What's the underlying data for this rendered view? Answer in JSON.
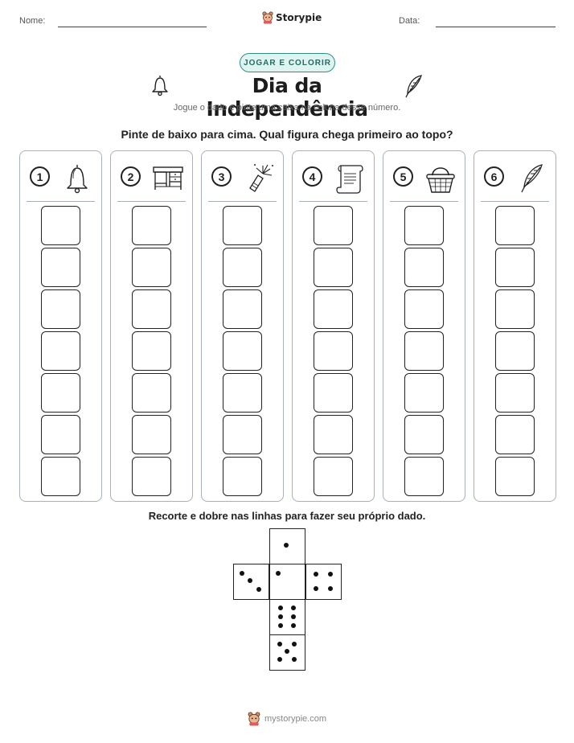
{
  "header": {
    "name_label": "Nome:",
    "date_label": "Data:",
    "brand": "Storypie"
  },
  "tag": "JOGAR E COLORIR",
  "title": "Dia da Independência",
  "subtitle": "Jogue o dado e pinte uma caixa na coluna desse número.",
  "instruction": "Pinte de baixo para cima. Qual figura chega primeiro ao topo?",
  "columns": [
    {
      "number": "1",
      "icon": "bell-icon"
    },
    {
      "number": "2",
      "icon": "desk-icon"
    },
    {
      "number": "3",
      "icon": "firework-icon"
    },
    {
      "number": "4",
      "icon": "scroll-icon"
    },
    {
      "number": "5",
      "icon": "basket-icon"
    },
    {
      "number": "6",
      "icon": "quill-icon"
    }
  ],
  "boxes_per_column": 7,
  "cutout_instruction": "Recorte e dobre nas linhas para fazer seu próprio dado.",
  "die_faces": [
    1,
    3,
    1,
    4,
    6,
    5
  ],
  "footer": "mystorypie.com"
}
